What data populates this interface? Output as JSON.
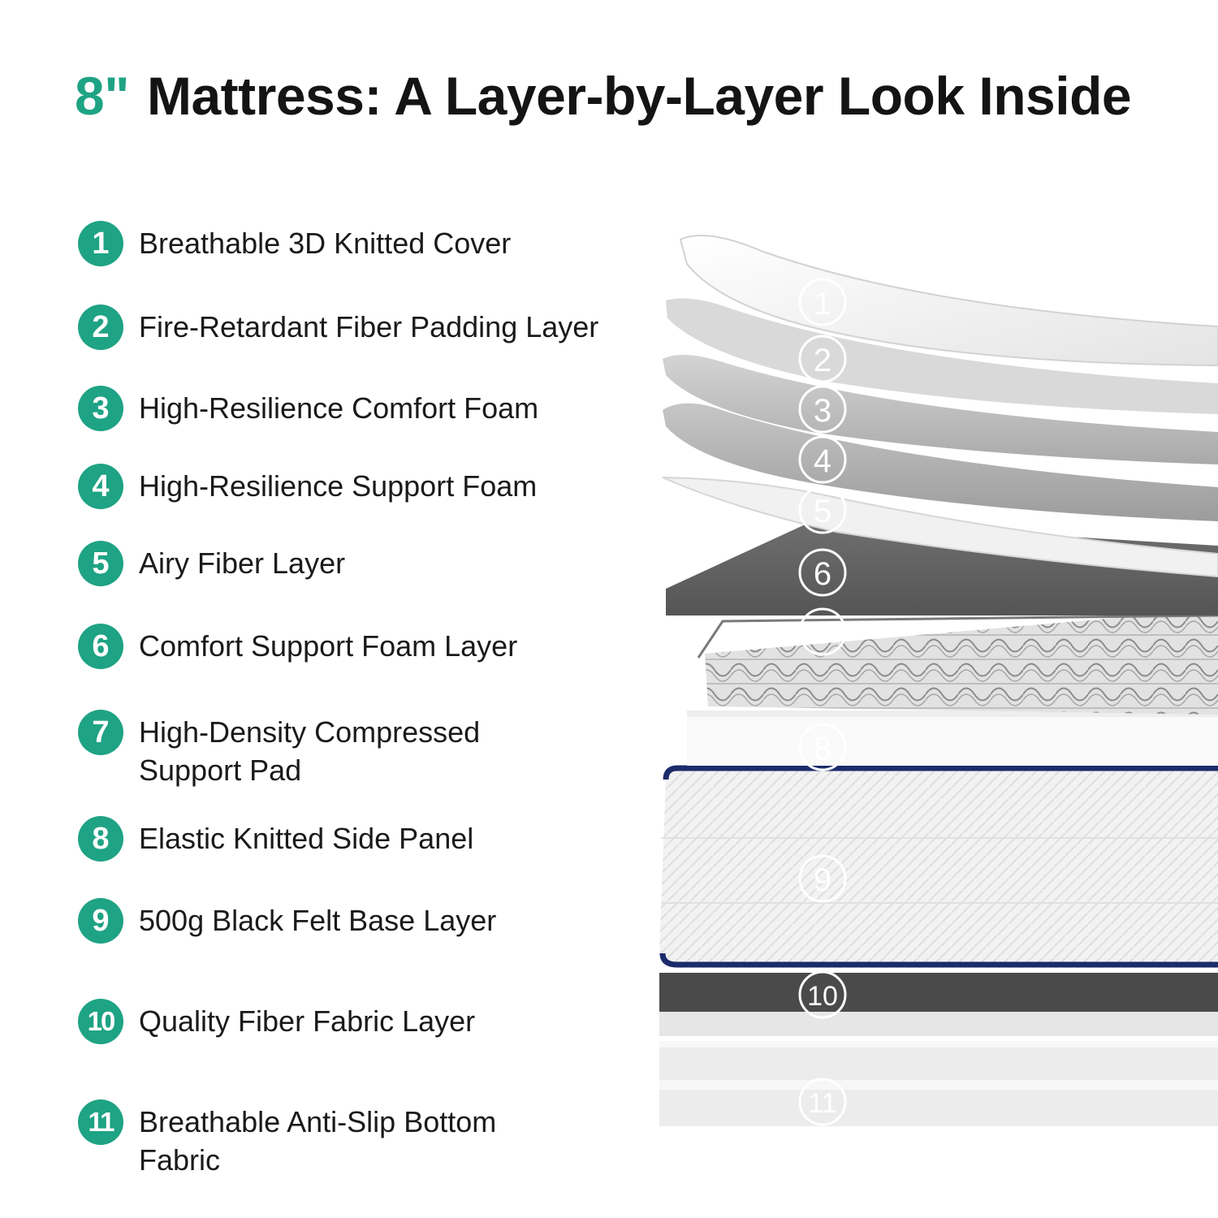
{
  "title": {
    "accent": "8\"",
    "main": "Mattress: A Layer-by-Layer Look Inside"
  },
  "accent_color": "#1ea384",
  "layers": [
    {
      "number": "1",
      "label": "Breathable 3D Knitted Cover"
    },
    {
      "number": "2",
      "label": "Fire-Retardant Fiber Padding Layer"
    },
    {
      "number": "3",
      "label": "High-Resilience Comfort Foam"
    },
    {
      "number": "4",
      "label": "High-Resilience Support Foam"
    },
    {
      "number": "5",
      "label": "Airy Fiber Layer"
    },
    {
      "number": "6",
      "label": "Comfort Support Foam Layer"
    },
    {
      "number": "7",
      "label": "High-Density Compressed Support Pad"
    },
    {
      "number": "8",
      "label": "Elastic Knitted Side Panel"
    },
    {
      "number": "9",
      "label": "500g Black Felt Base Layer"
    },
    {
      "number": "10",
      "label": "Quality Fiber Fabric Layer"
    },
    {
      "number": "11",
      "label": "Breathable Anti-Slip Bottom Fabric"
    }
  ]
}
